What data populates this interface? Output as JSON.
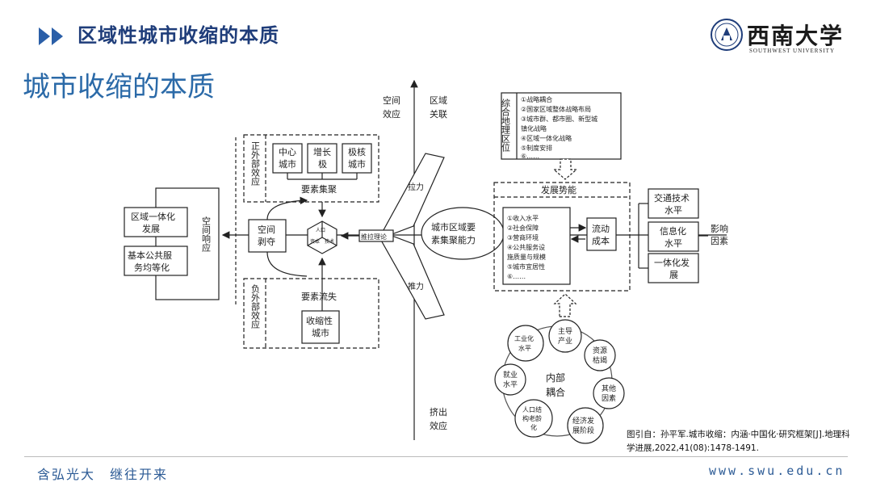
{
  "header": {
    "title": "区域性城市收缩的本质"
  },
  "logo": {
    "cn_name": "西南大学",
    "en_name": "SOUTHWEST UNIVERSITY"
  },
  "slide": {
    "subtitle": "城市收缩的本质"
  },
  "diagram": {
    "axis_top_left": [
      "空间",
      "效应"
    ],
    "axis_top_right": [
      "区域",
      "关联"
    ],
    "axis_bottom_right": [
      "挤出",
      "效应"
    ],
    "region_box": [
      "区域一体化",
      "发展"
    ],
    "public_box": [
      "基本公共服",
      "务均等化"
    ],
    "spatial_response": "空间响应",
    "spatial_deprivation": [
      "空间",
      "剥夺"
    ],
    "pos_external": "正外部效应",
    "neg_external": "负外部效应",
    "center_city": [
      "中心",
      "城市"
    ],
    "growth_pole": [
      "增长",
      "极"
    ],
    "pole_core": [
      "极核",
      "城市"
    ],
    "factor_gather": "要素集聚",
    "factor_loss": "要素流失",
    "shrinking_city": [
      "收缩性",
      "城市"
    ],
    "push_pull_label": "推拉理论",
    "cube_labels": [
      "人口",
      "资本",
      "技术"
    ],
    "pull_force": "拉力",
    "push_force": "推力",
    "ellipse_text": [
      "城市区域要",
      "素集聚能力"
    ],
    "comprehensive_label": "综合地理区位",
    "strategy_items": [
      "①战略耦合",
      "②国家区域整体战略布局",
      "③城市群、都市圈、新型城",
      "镇化战略",
      "④区域一体化战略",
      "⑤制度安排",
      "⑥……"
    ],
    "dev_momentum": "发展势能",
    "indicators": [
      "①收入水平",
      "②社会保障",
      "③营商环境",
      "④公共服务设",
      "施质量与规模",
      "⑤城市宜居性",
      "⑥……"
    ],
    "flow_cost": [
      "流动",
      "成本"
    ],
    "transport_tech": [
      "交通技术",
      "水平"
    ],
    "informatization": [
      "信息化",
      "水平"
    ],
    "integration": [
      "一体化发",
      "展"
    ],
    "influence_factors": [
      "影响",
      "因素"
    ],
    "internal_coupling": [
      "内部",
      "耦合"
    ],
    "circles": {
      "leading_industry": [
        "主导",
        "产业"
      ],
      "resource": [
        "资源",
        "枯竭"
      ],
      "other": [
        "其他",
        "因素"
      ],
      "economic_stage": [
        "经济发",
        "展阶段"
      ],
      "population_aging": [
        "人口结",
        "构老龄",
        "化"
      ],
      "employment": [
        "就业",
        "水平"
      ],
      "industrialization": [
        "工业化",
        "水平"
      ]
    }
  },
  "citation": "图引自：孙平军.城市收缩：内涵·中国化·研究框架[J].地理科学进展,2022,41(08):1478-1491.",
  "footer": {
    "motto": "含弘光大　继往开来",
    "website": "www.swu.edu.cn"
  }
}
